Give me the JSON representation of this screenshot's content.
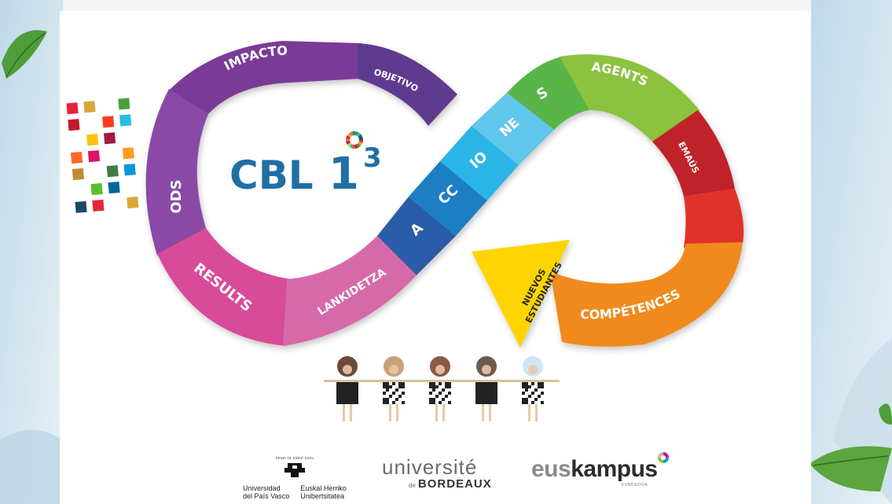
{
  "title": {
    "main": "CBL",
    "big": "1",
    "exp": "3"
  },
  "segments": {
    "impacto": "IMPACTO",
    "objetivo": "OBJETIVO",
    "ods": "ODS",
    "resultats": "RESULTS",
    "lankidetza": "LANKIDETZA",
    "a": "A",
    "cc": "CC",
    "io": "IO",
    "ne": "NE",
    "s": "S",
    "agents": "AGENTS",
    "emaus": "EMAÚS",
    "competences": "COMPÉTENCES"
  },
  "triangle": {
    "line1": "NUEVOS",
    "line2": "ESTUDIANTES"
  },
  "students_count": 5,
  "logos": {
    "ehu_motto": "eman ta zabal zazu",
    "ehu_left_1": "Universidad",
    "ehu_left_2": "del País Vasco",
    "ehu_right_1": "Euskal Herriko",
    "ehu_right_2": "Unibertsitatea",
    "ubx_word": "université",
    "ubx_de": "de",
    "ubx_sub": "BORDEAUX",
    "eusk_a": "eus",
    "eusk_b": "kampus",
    "eusk_sub": "FUNDAZIOA"
  },
  "colors": {
    "purple": "#7a3a97",
    "purple_dark": "#5f3a8f",
    "pink": "#d84c98",
    "pink_light": "#d66aa8",
    "blue_dark": "#2c5da8",
    "blue": "#1f7fc4",
    "cyan": "#2bb5e6",
    "cyan_light": "#5fc6ec",
    "green": "#5ab549",
    "green_light": "#8cc23e",
    "red_dark": "#c0202a",
    "red": "#e0302b",
    "orange": "#f08a1c",
    "yellow": "#ffd400",
    "title_blue": "#1f6fa5"
  }
}
